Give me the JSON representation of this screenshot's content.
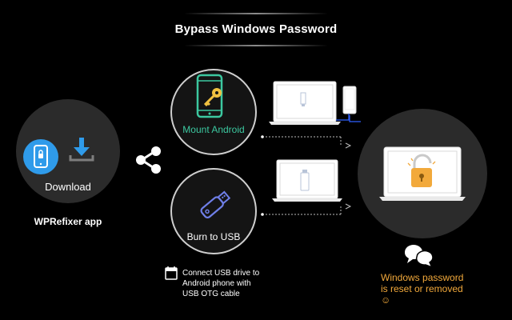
{
  "title": "Bypass Windows Password",
  "app": {
    "download_label": "Download",
    "name": "WPRefixer app"
  },
  "steps": {
    "mount_label": "Mount Android",
    "usb_label": "Burn to USB"
  },
  "note": {
    "line1": "Connect USB drive to",
    "line2": "Android phone with",
    "line3": "USB OTG cable"
  },
  "result": {
    "line1": "Windows password",
    "line2": "is reset or removed",
    "line3": "☺"
  },
  "colors": {
    "accent_blue": "#2f9bea",
    "android_green": "#3cc8a0",
    "result_orange": "#f2a93b",
    "key_yellow": "#f0c040",
    "lock_orange": "#f2a93b"
  },
  "icons": {
    "phone": "phone-icon",
    "download": "download-icon",
    "share": "share-icon",
    "key_phone": "phone-key-icon",
    "usb": "usb-drive-icon",
    "laptop": "laptop-icon",
    "lock": "padlock-icon",
    "chat": "chat-bubbles-icon",
    "calendar": "calendar-icon"
  }
}
